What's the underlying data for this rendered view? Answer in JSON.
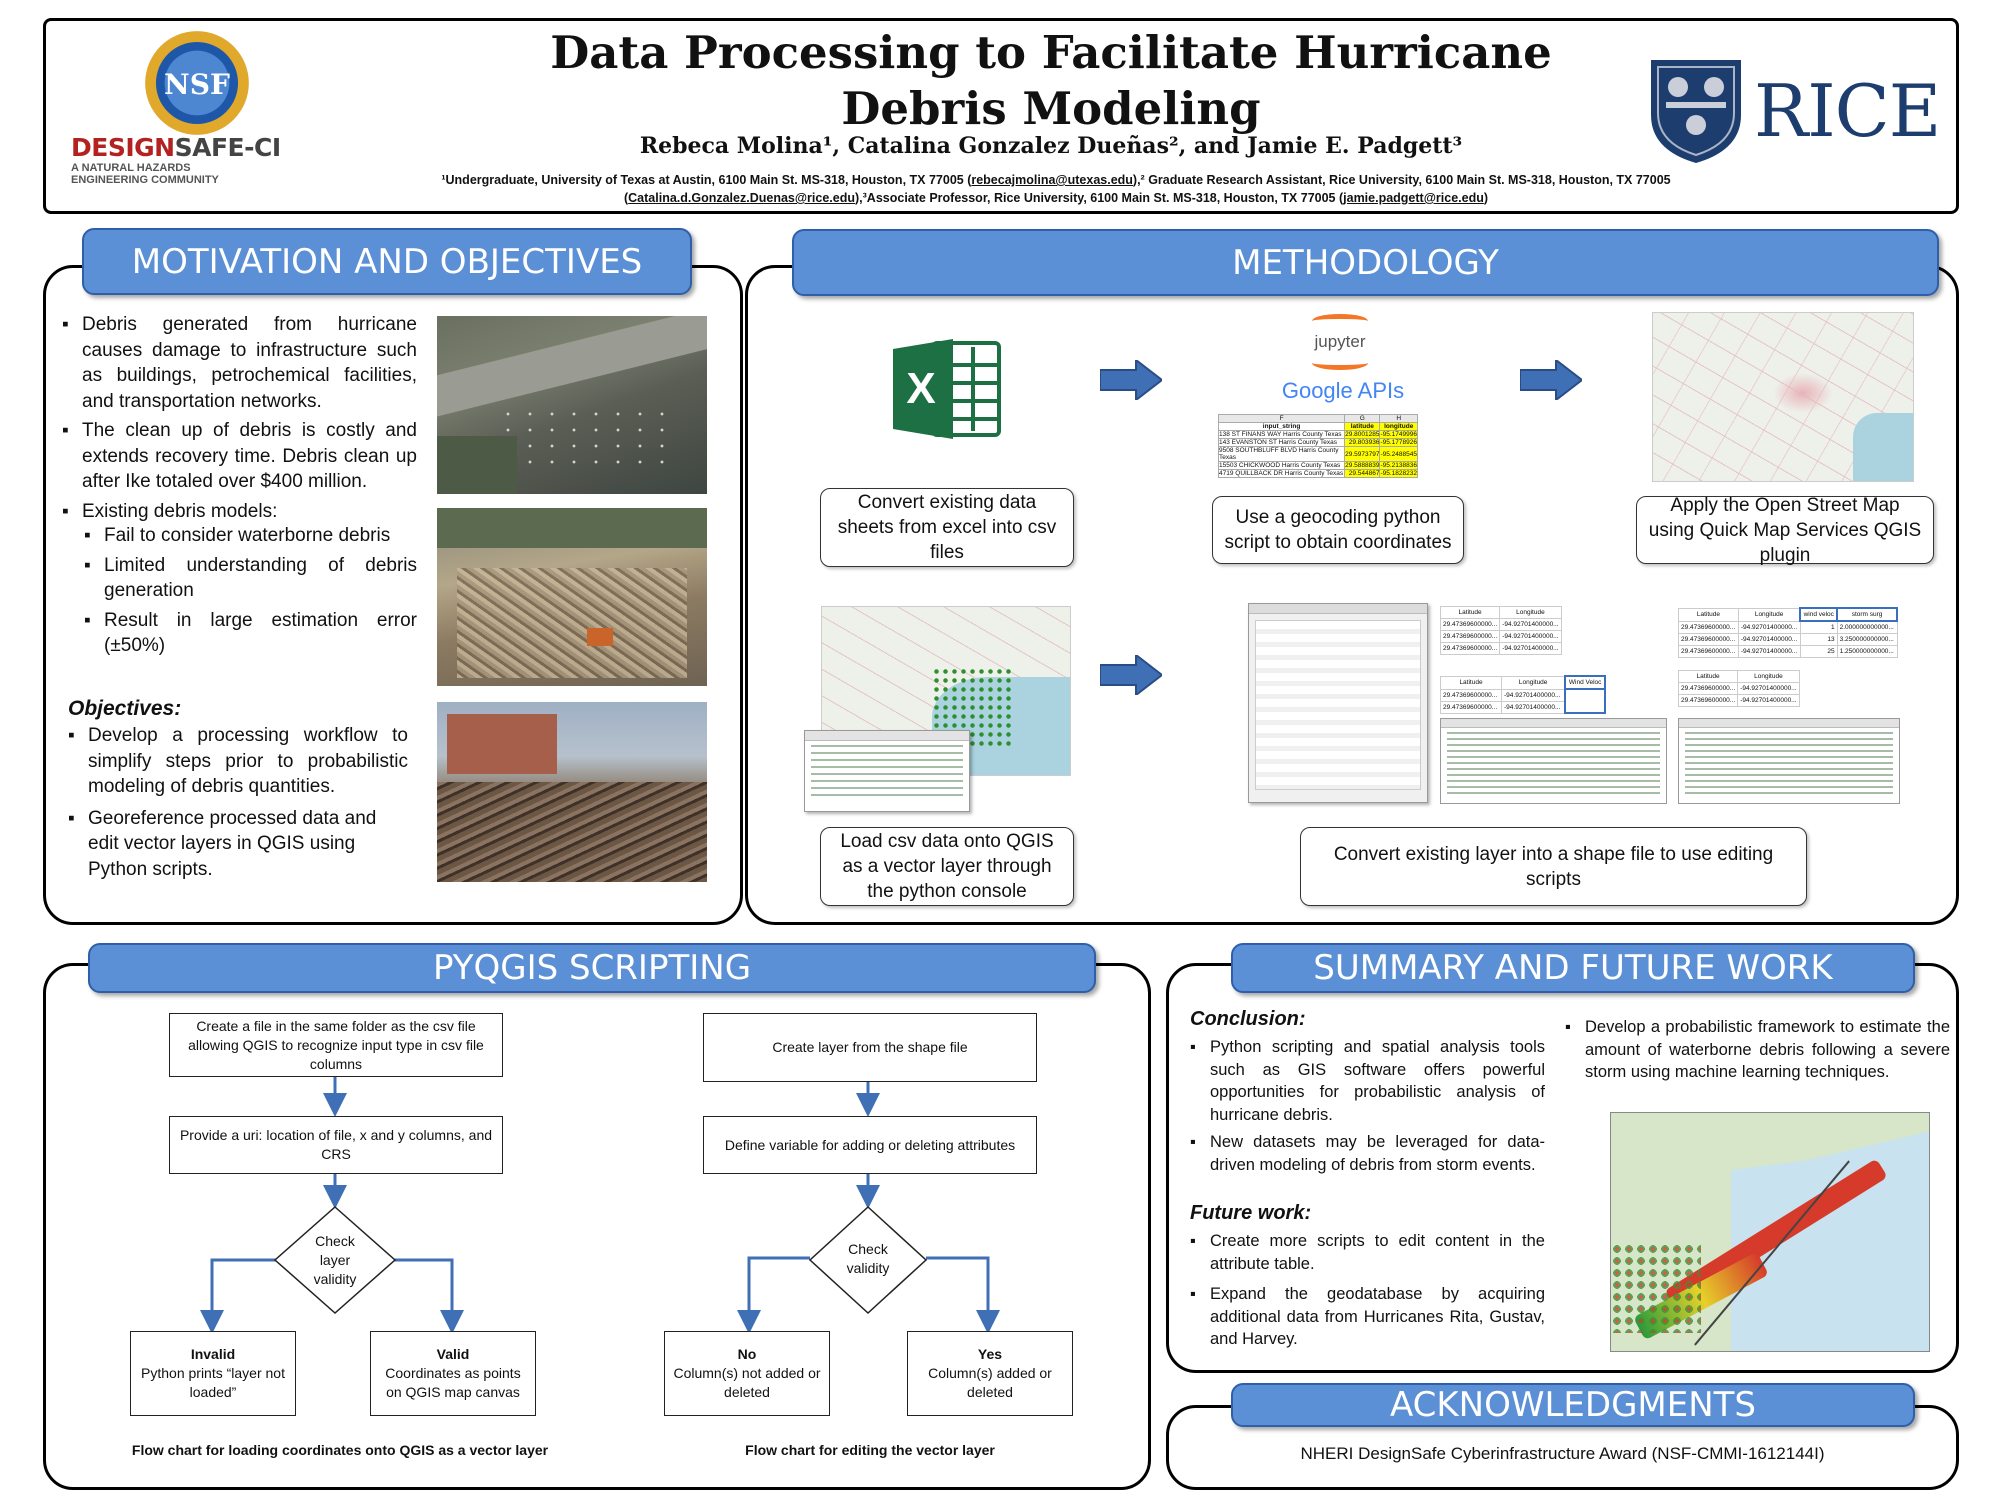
{
  "header": {
    "title": "Data Processing to Facilitate Hurricane Debris Modeling",
    "authors": "Rebeca Molina¹, Catalina Gonzalez Dueñas², and Jamie E. Padgett³",
    "affil_line1": "¹Undergraduate, University of Texas at Austin, 6100 Main St. MS-318, Houston, TX 77005 (",
    "affil_email1": "rebecajmolina@utexas.edu",
    "affil_line1b": "),² Graduate Research Assistant, Rice University, 6100 Main St. MS-318, Houston, TX 77005",
    "affil_email2": "Catalina.d.Gonzalez.Duenas@rice.edu",
    "affil_line2": "),³Associate Professor, Rice University, 6100 Main St. MS-318, Houston, TX 77005 (",
    "affil_email3": "jamie.padgett@rice.edu",
    "affil_line2b": ")",
    "nsf_logo_text": "NSF",
    "designsafe_name_a": "DESIGN",
    "designsafe_name_b": "SAFE-CI",
    "designsafe_tag1": "A NATURAL HAZARDS",
    "designsafe_tag2": "ENGINEERING COMMUNITY",
    "rice_logo_text": "RICE"
  },
  "motivation": {
    "heading": "MOTIVATION AND OBJECTIVES",
    "bullets": [
      "Debris generated from hurricane causes damage to infrastructure such as buildings, petrochemical facilities, and transportation networks.",
      "The clean up of debris is costly and extends recovery time. Debris clean up after Ike totaled over $400 million.",
      "Existing debris models:"
    ],
    "sub_bullets": [
      "Fail to consider waterborne debris",
      "Limited understanding of debris generation",
      "Result in large estimation error (±50%)"
    ],
    "objectives_label": "Objectives:",
    "objectives": [
      "Develop a processing workflow to simplify steps prior to probabilistic modeling of debris quantities.",
      "Georeference processed data and edit vector layers in QGIS using Python scripts."
    ]
  },
  "methodology": {
    "heading": "METHODOLOGY",
    "step1": "Convert existing data sheets from excel into csv files",
    "step2": "Use a geocoding python script to obtain coordinates",
    "step3": "Apply the Open Street Map using Quick Map Services QGIS plugin",
    "step4": "Load csv data onto QGIS as a vector layer through the python console",
    "step5": "Convert existing layer into a shape file to use editing scripts",
    "jupyter_label": "jupyter",
    "google_apis_label": "Google APIs",
    "geo_table": {
      "col_letters": [
        "F",
        "G",
        "H"
      ],
      "headers": [
        "input_string",
        "latitude",
        "longitude"
      ],
      "rows": [
        [
          "138 ST FINANS WAY Harris County Texas",
          "29.8001285",
          "-95.1749996"
        ],
        [
          "143 EVANSTON ST Harris County Texas",
          "29.803936",
          "-95.1778926"
        ],
        [
          "9508 SOUTHBLUFF BLVD Harris County Texas",
          "29.5973797",
          "-95.2488545"
        ],
        [
          "15503 CHICKWOOD Harris County Texas",
          "29.5888839",
          "-95.2138836"
        ],
        [
          "4719 QUILLBACK DR Harris County Texas",
          "29.544867",
          "-95.1828232"
        ]
      ]
    },
    "attr_table1": {
      "headers": [
        "Latitude",
        "Longitude"
      ],
      "rows": [
        [
          "29.47369600000...",
          "-94.92701400000..."
        ],
        [
          "29.47369600000...",
          "-94.92701400000..."
        ],
        [
          "29.47369600000...",
          "-94.92701400000..."
        ]
      ]
    },
    "attr_table2": {
      "headers": [
        "Latitude",
        "Longitude",
        "Wind Veloc"
      ],
      "rows": [
        [
          "29.47369600000...",
          "-94.92701400000..."
        ],
        [
          "29.47369600000...",
          "-94.92701400000..."
        ]
      ]
    },
    "attr_table3": {
      "headers": [
        "Latitude",
        "Longitude",
        "wind veloc",
        "storm surg"
      ],
      "rows": [
        [
          "29.47369600000...",
          "-94.92701400000...",
          "1",
          "2.000000000000..."
        ],
        [
          "29.47369600000...",
          "-94.92701400000...",
          "13",
          "3.250000000000..."
        ],
        [
          "29.47369600000...",
          "-94.92701400000...",
          "25",
          "1.250000000000..."
        ]
      ]
    },
    "attr_table4": {
      "headers": [
        "Latitude",
        "Longitude"
      ],
      "rows": [
        [
          "29.47369600000...",
          "-94.92701400000..."
        ],
        [
          "29.47369600000...",
          "-94.92701400000..."
        ]
      ]
    }
  },
  "pyqgis": {
    "heading": "PYQGIS SCRIPTING",
    "left": {
      "box1": "Create a file in the same folder as the csv file allowing QGIS to recognize input type in csv file columns",
      "box2": "Provide a uri: location of file, x and y columns, and CRS",
      "diamond": "Check layer validity",
      "invalid_title": "Invalid",
      "invalid_text": "Python prints “layer not loaded”",
      "valid_title": "Valid",
      "valid_text": "Coordinates as points on QGIS map canvas",
      "caption": "Flow chart for loading coordinates onto QGIS as a vector layer"
    },
    "right": {
      "box1": "Create layer from the shape file",
      "box2": "Define variable for adding or deleting attributes",
      "diamond": "Check validity",
      "no_title": "No",
      "no_text": "Column(s) not added or deleted",
      "yes_title": "Yes",
      "yes_text": "Column(s) added or deleted",
      "caption": "Flow chart for editing the vector layer"
    }
  },
  "summary": {
    "heading": "SUMMARY AND FUTURE WORK",
    "conclusion_label": "Conclusion:",
    "conclusions": [
      "Python scripting and spatial analysis tools such as GIS software offers powerful opportunities for probabilistic analysis of hurricane debris.",
      "New datasets may be leveraged for data-driven modeling of debris from storm events."
    ],
    "future_label": "Future work:",
    "future": [
      "Create more scripts to edit content in the attribute table.",
      "Expand the geodatabase by acquiring additional data from Hurricanes Rita, Gustav, and Harvey."
    ],
    "right_bullets": [
      "Develop a probabilistic framework to estimate the amount of waterborne debris following a severe storm using machine learning techniques."
    ]
  },
  "acknowledgments": {
    "heading": "ACKNOWLEDGMENTS",
    "text": "NHERI DesignSafe Cyberinfrastructure Award (NSF-CMMI-1612144I)"
  },
  "colors": {
    "header_blue": "#5b8fd6",
    "flow_arrow": "#3f6fb5",
    "excel_green": "#1d7044"
  }
}
